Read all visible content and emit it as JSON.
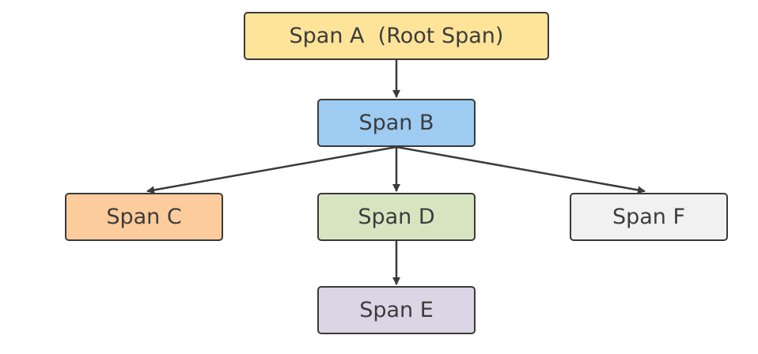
{
  "nodes": {
    "a": {
      "label": "Span A  (Root Span)",
      "color": "#fde499"
    },
    "b": {
      "label": "Span B",
      "color": "#9ecbf2"
    },
    "c": {
      "label": "Span C",
      "color": "#fccc9c"
    },
    "d": {
      "label": "Span D",
      "color": "#d6e5c0"
    },
    "e": {
      "label": "Span E",
      "color": "#dcd5e6"
    },
    "f": {
      "label": "Span F",
      "color": "#f1f1f1"
    }
  },
  "edges": [
    {
      "from": "Span A",
      "to": "Span B"
    },
    {
      "from": "Span B",
      "to": "Span C"
    },
    {
      "from": "Span B",
      "to": "Span D"
    },
    {
      "from": "Span B",
      "to": "Span F"
    },
    {
      "from": "Span D",
      "to": "Span E"
    }
  ]
}
